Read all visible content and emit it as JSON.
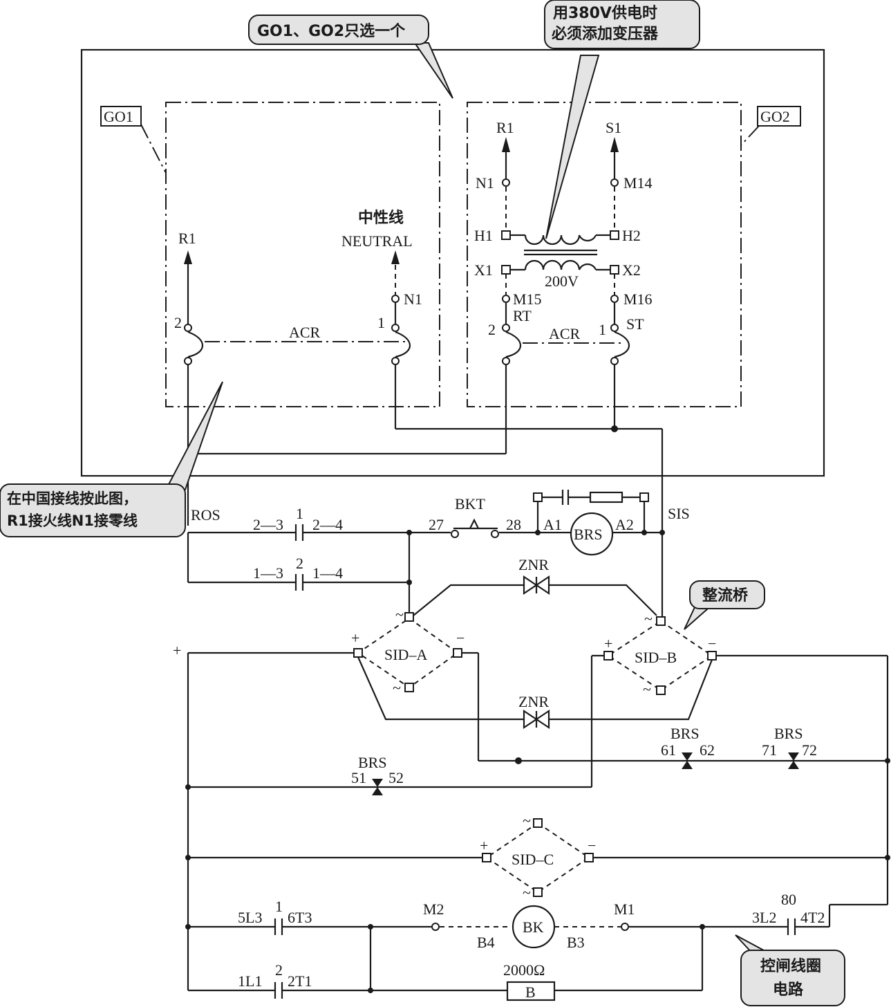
{
  "callouts": {
    "select_one": "GO1、GO2只选一个",
    "transformer_note_line1": "用380V供电时",
    "transformer_note_line2": "必须添加变压器",
    "china_wiring_line1": "在中国接线按此图，",
    "china_wiring_line2": "R1接火线N1接零线",
    "rectifier_bridge": "整流桥",
    "trip_coil_line1": "控闸线圈",
    "trip_coil_line2": "电路"
  },
  "boxes": {
    "go1": "GO1",
    "go2": "GO2"
  },
  "go1": {
    "r1": "R1",
    "neutral_cn": "中性线",
    "neutral_en": "NEUTRAL",
    "n1": "N1",
    "pin2": "2",
    "pin1": "1",
    "acr": "ACR"
  },
  "go2": {
    "r1": "R1",
    "s1": "S1",
    "n1": "N1",
    "m14": "M14",
    "h1": "H1",
    "h2": "H2",
    "x1": "X1",
    "x2": "X2",
    "voltage": "200V",
    "m15": "M15",
    "m16": "M16",
    "rt": "RT",
    "st": "ST",
    "pin2": "2",
    "pin1": "1",
    "acr": "ACR"
  },
  "circuit": {
    "ros": "ROS",
    "sis": "SIS",
    "c1_left": "2—3",
    "c1_num": "1",
    "c1_right": "2—4",
    "c2_left": "1—3",
    "c2_num": "2",
    "c2_right": "1—4",
    "bkt": "BKT",
    "t27": "27",
    "t28": "28",
    "a1": "A1",
    "a2": "A2",
    "brs": "BRS",
    "znr_top": "ZNR",
    "znr_mid": "ZNR",
    "sid_a": "SID–A",
    "sid_b": "SID–B",
    "sid_c": "SID–C",
    "plus": "+",
    "minus": "−",
    "tilde": "~",
    "brs_51_label": "BRS",
    "t51": "51",
    "t52": "52",
    "brs_61_label": "BRS",
    "t61": "61",
    "t62": "62",
    "brs_71_label": "BRS",
    "t71": "71",
    "t72": "72",
    "c5_left": "5L3",
    "c5_num": "1",
    "c5_right": "6T3",
    "m2": "M2",
    "m1": "M1",
    "bk": "BK",
    "b4": "B4",
    "b3": "B3",
    "c80_left": "3L2",
    "c80_num": "80",
    "c80_right": "4T2",
    "c1l1_left": "1L1",
    "c1l1_num": "2",
    "c1l1_right": "2T1",
    "resistance": "2000Ω",
    "resistor_b": "B"
  }
}
